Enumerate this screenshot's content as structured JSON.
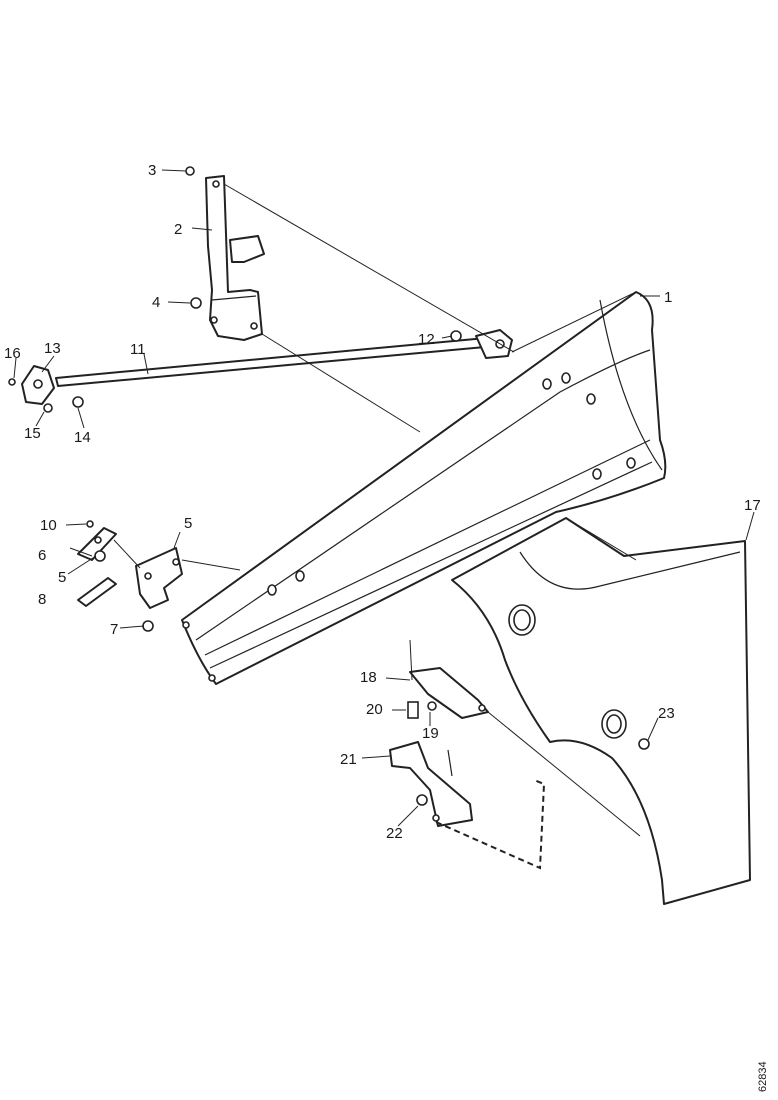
{
  "diagram": {
    "callouts": [
      {
        "id": "1",
        "label": "1"
      },
      {
        "id": "2",
        "label": "2"
      },
      {
        "id": "3",
        "label": "3"
      },
      {
        "id": "4",
        "label": "4"
      },
      {
        "id": "5a",
        "label": "5"
      },
      {
        "id": "5b",
        "label": "5"
      },
      {
        "id": "6",
        "label": "6"
      },
      {
        "id": "7",
        "label": "7"
      },
      {
        "id": "8",
        "label": "8"
      },
      {
        "id": "10",
        "label": "10"
      },
      {
        "id": "11",
        "label": "11"
      },
      {
        "id": "12",
        "label": "12"
      },
      {
        "id": "13",
        "label": "13"
      },
      {
        "id": "14",
        "label": "14"
      },
      {
        "id": "15",
        "label": "15"
      },
      {
        "id": "16",
        "label": "16"
      },
      {
        "id": "17",
        "label": "17"
      },
      {
        "id": "18",
        "label": "18"
      },
      {
        "id": "19",
        "label": "19"
      },
      {
        "id": "20",
        "label": "20"
      },
      {
        "id": "21",
        "label": "21"
      },
      {
        "id": "22",
        "label": "22"
      },
      {
        "id": "23",
        "label": "23"
      }
    ],
    "reference_code": "62834"
  }
}
